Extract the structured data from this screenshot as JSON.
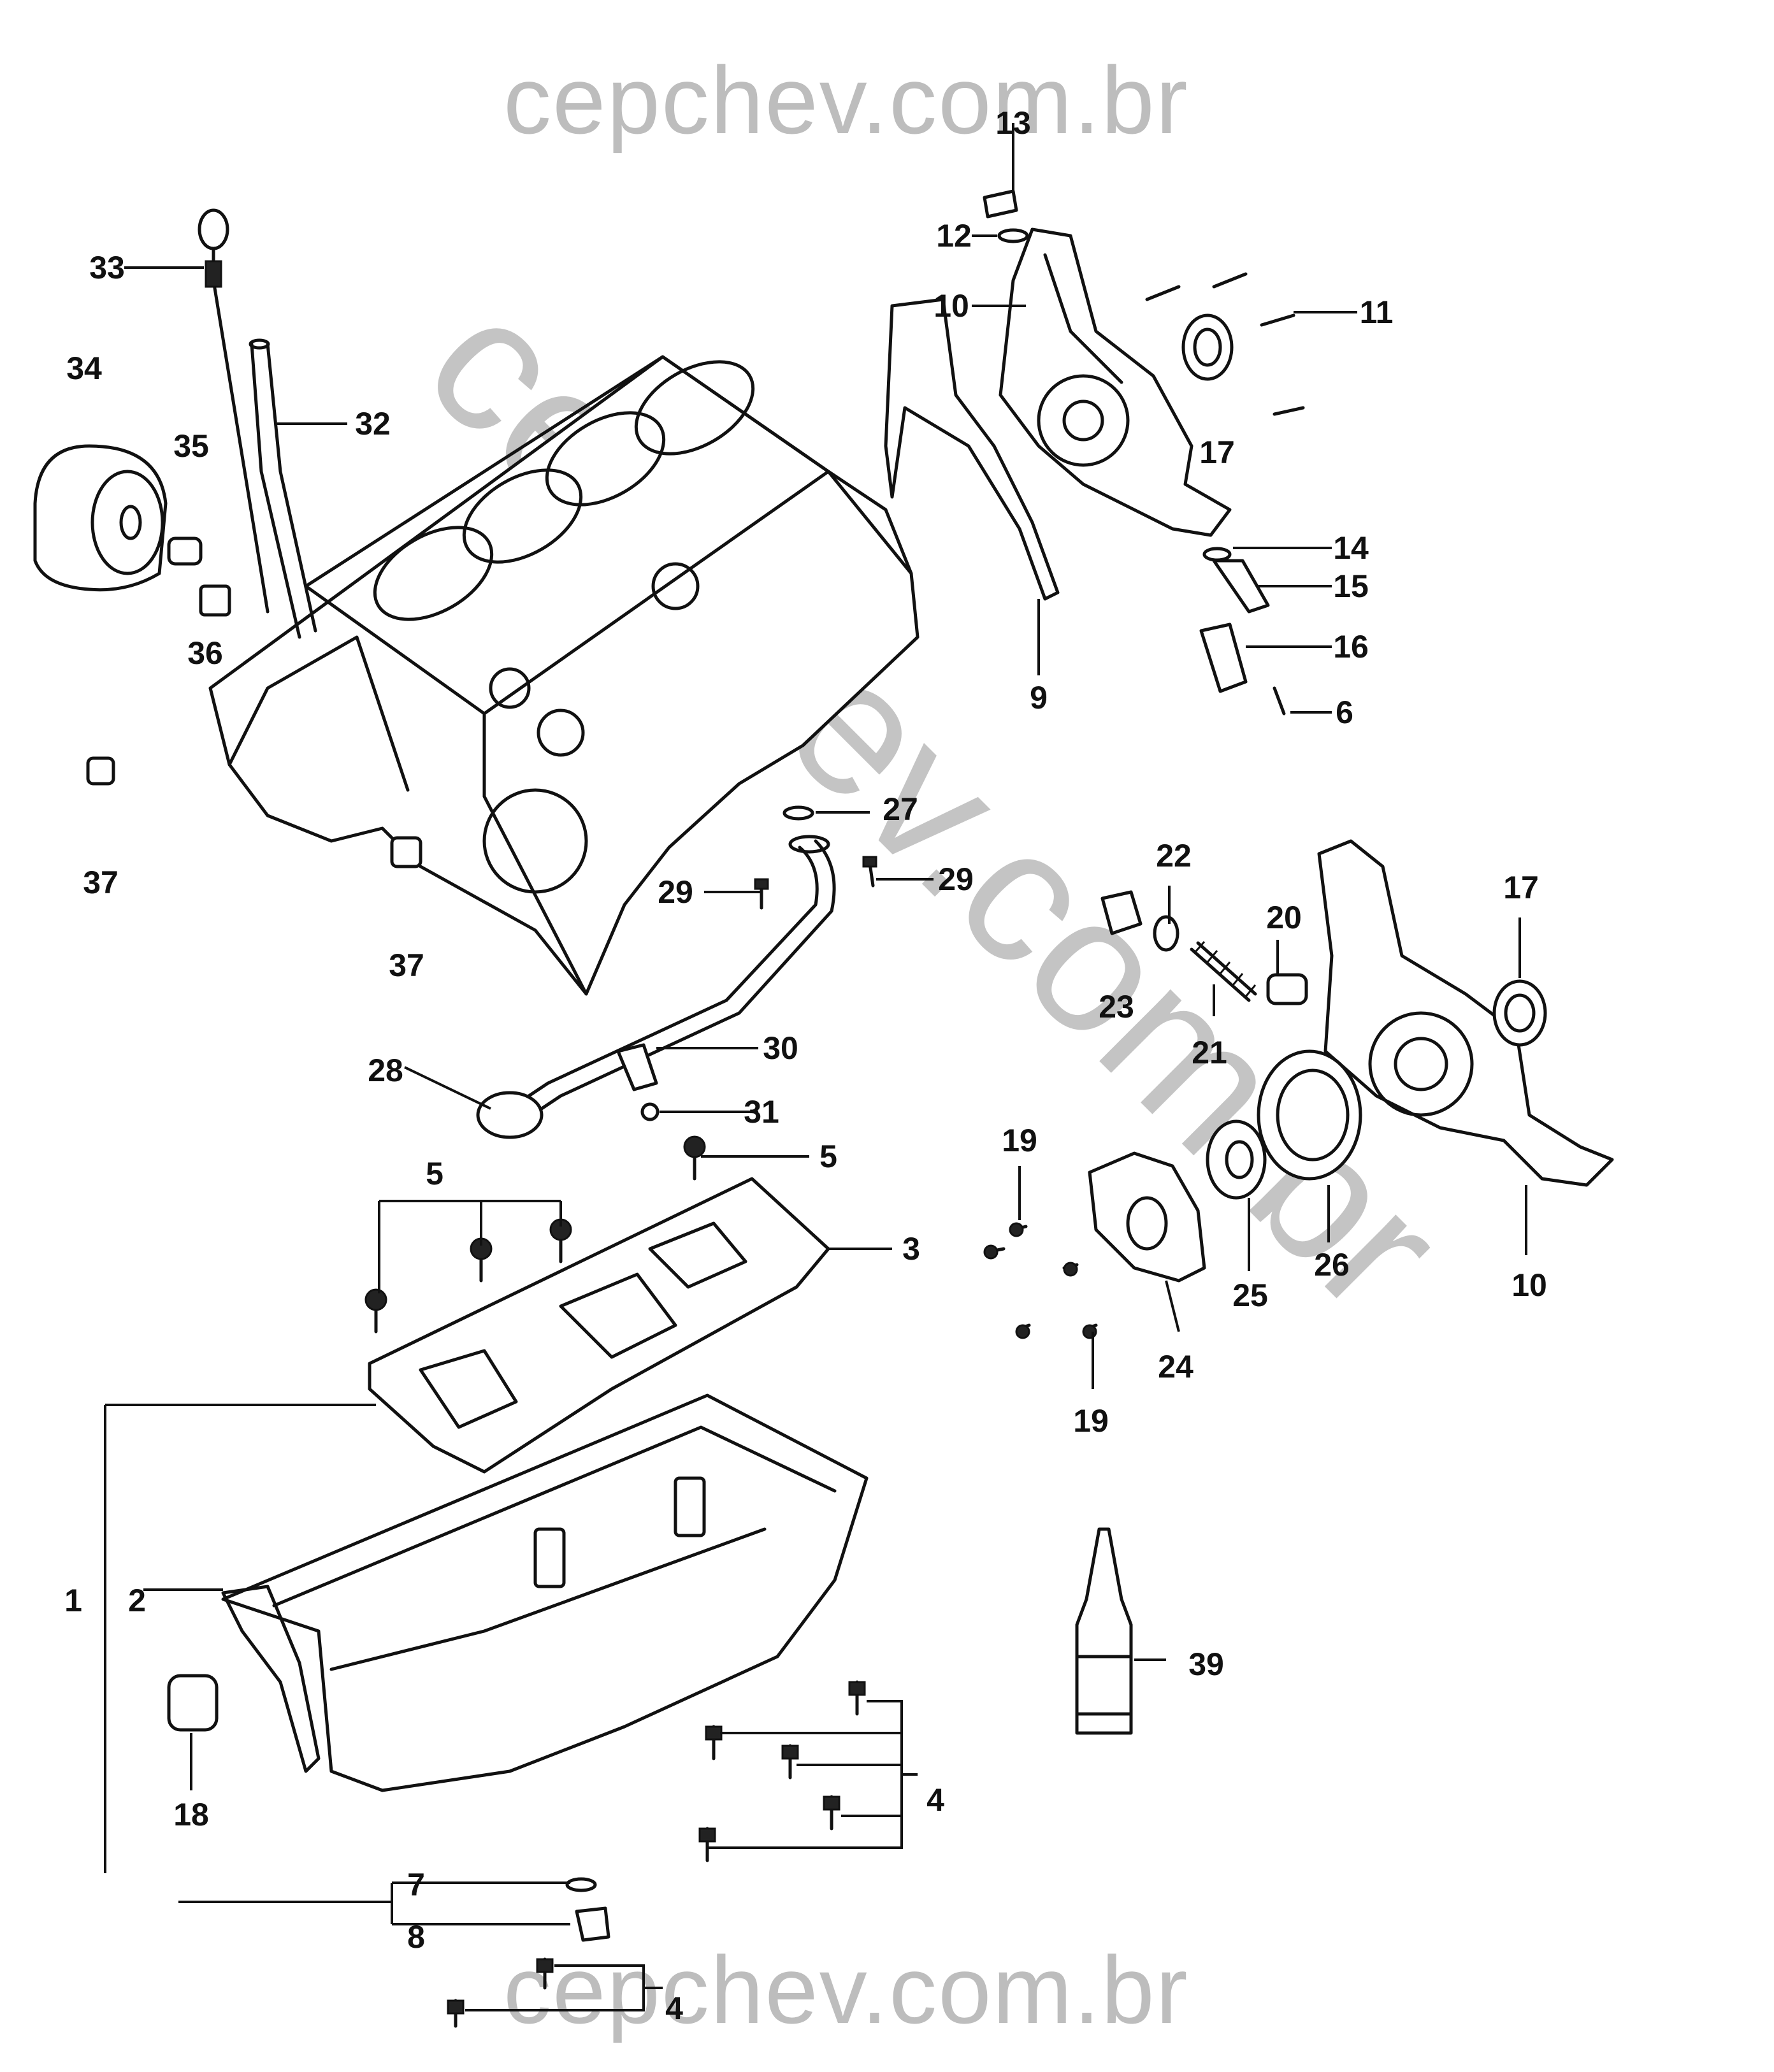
{
  "watermark": {
    "top": "cepchev.com.br",
    "bottom": "cepchev.com.br",
    "diagonal": "cepchev.com.br"
  },
  "callouts": [
    {
      "id": "c13",
      "label": "13"
    },
    {
      "id": "c12",
      "label": "12"
    },
    {
      "id": "c10a",
      "label": "10"
    },
    {
      "id": "c11",
      "label": "11"
    },
    {
      "id": "c17a",
      "label": "17"
    },
    {
      "id": "c14",
      "label": "14"
    },
    {
      "id": "c15",
      "label": "15"
    },
    {
      "id": "c16",
      "label": "16"
    },
    {
      "id": "c6",
      "label": "6"
    },
    {
      "id": "c9",
      "label": "9"
    },
    {
      "id": "c33",
      "label": "33"
    },
    {
      "id": "c34",
      "label": "34"
    },
    {
      "id": "c32",
      "label": "32"
    },
    {
      "id": "c35",
      "label": "35"
    },
    {
      "id": "c36",
      "label": "36"
    },
    {
      "id": "c37a",
      "label": "37"
    },
    {
      "id": "c37b",
      "label": "37"
    },
    {
      "id": "c27",
      "label": "27"
    },
    {
      "id": "c29a",
      "label": "29"
    },
    {
      "id": "c29b",
      "label": "29"
    },
    {
      "id": "c22",
      "label": "22"
    },
    {
      "id": "c20",
      "label": "20"
    },
    {
      "id": "c17b",
      "label": "17"
    },
    {
      "id": "c23",
      "label": "23"
    },
    {
      "id": "c21",
      "label": "21"
    },
    {
      "id": "c28",
      "label": "28"
    },
    {
      "id": "c30",
      "label": "30"
    },
    {
      "id": "c31",
      "label": "31"
    },
    {
      "id": "c5a",
      "label": "5"
    },
    {
      "id": "c5b",
      "label": "5"
    },
    {
      "id": "c3",
      "label": "3"
    },
    {
      "id": "c19a",
      "label": "19"
    },
    {
      "id": "c19b",
      "label": "19"
    },
    {
      "id": "c24",
      "label": "24"
    },
    {
      "id": "c25",
      "label": "25"
    },
    {
      "id": "c26",
      "label": "26"
    },
    {
      "id": "c10b",
      "label": "10"
    },
    {
      "id": "c1",
      "label": "1"
    },
    {
      "id": "c2",
      "label": "2"
    },
    {
      "id": "c18",
      "label": "18"
    },
    {
      "id": "c39",
      "label": "39"
    },
    {
      "id": "c4a",
      "label": "4"
    },
    {
      "id": "c7",
      "label": "7"
    },
    {
      "id": "c8",
      "label": "8"
    },
    {
      "id": "c4b",
      "label": "4"
    }
  ]
}
